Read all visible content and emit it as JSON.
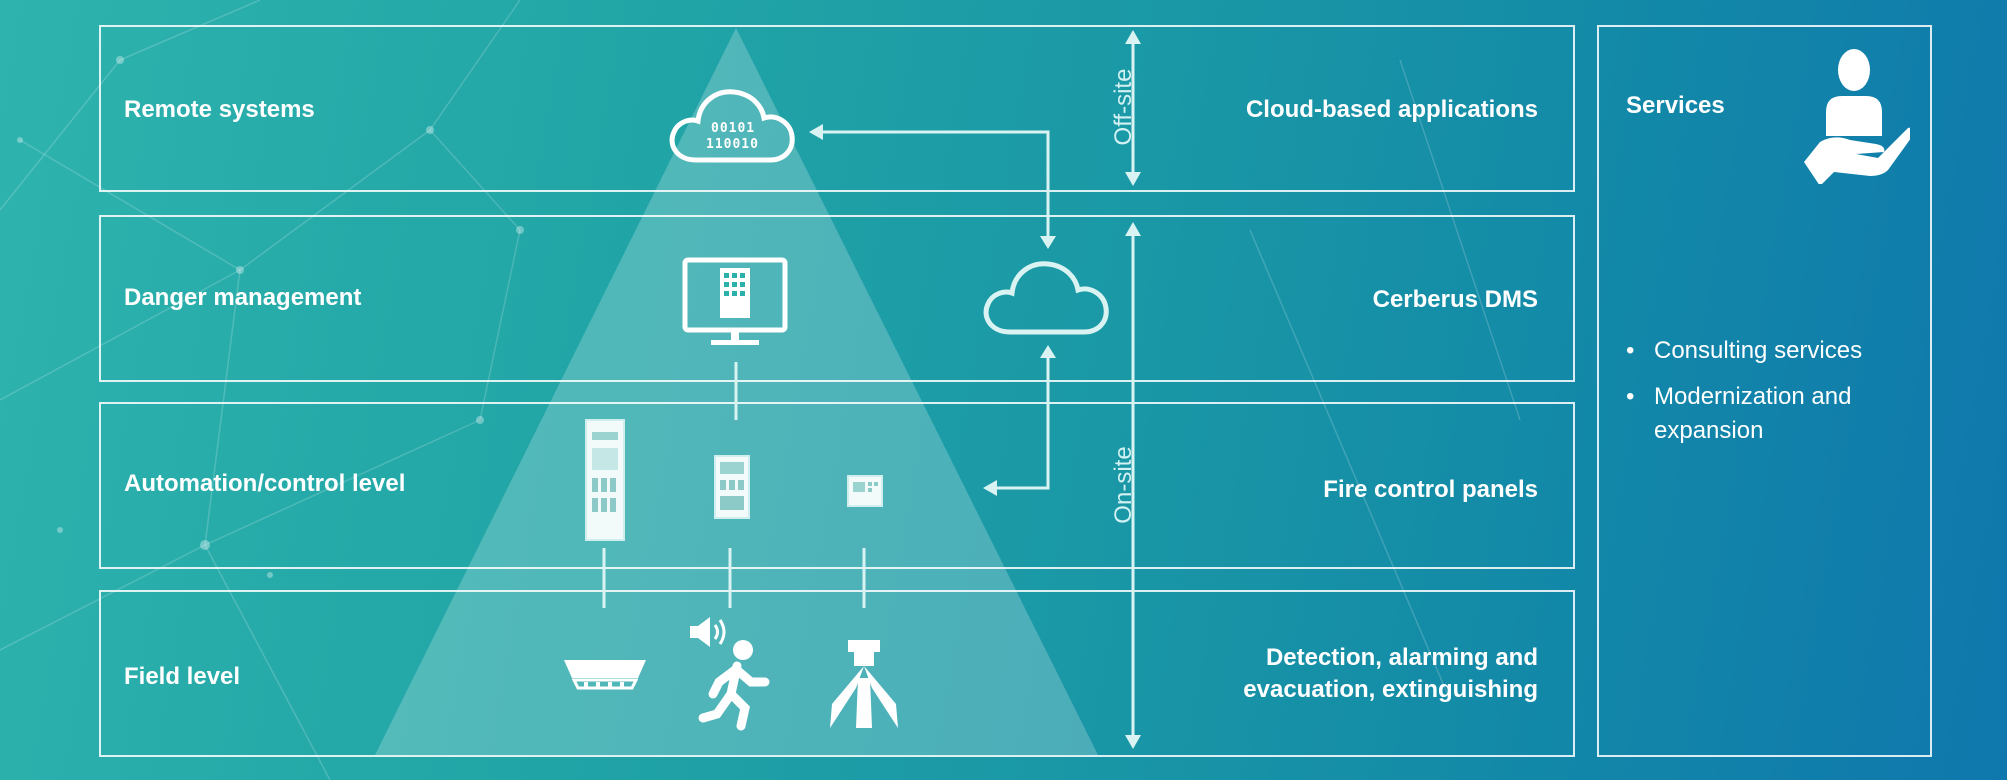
{
  "layers": [
    {
      "left_label": "Remote systems",
      "right_label": "Cloud-based applications"
    },
    {
      "left_label": "Danger management",
      "right_label": "Cerberus DMS"
    },
    {
      "left_label": "Automation/control level",
      "right_label": "Fire control panels"
    },
    {
      "left_label": "Field level",
      "right_label_line1": "Detection, alarming and",
      "right_label_line2": "evacuation, extinguishing"
    }
  ],
  "scope": {
    "off_site": "Off-site",
    "on_site": "On-site"
  },
  "cloud_binary": {
    "line1": "00101",
    "line2": "110010"
  },
  "services": {
    "title": "Services",
    "items": [
      "Consulting services",
      "Modernization and expansion"
    ]
  },
  "icons": {
    "remote": "cloud-binary-icon",
    "dms": "monitor-icon",
    "cloud_link": "cloud-outline-icon",
    "panels": [
      "fire-panel-large-icon",
      "fire-panel-medium-icon",
      "fire-panel-small-icon"
    ],
    "field": [
      "smoke-detector-icon",
      "speaker-icon",
      "running-person-icon",
      "sprinkler-icon"
    ],
    "services": "hand-person-icon"
  },
  "colors": {
    "line": "#ffffff",
    "pyramid": "rgba(255,255,255,0.22)",
    "arrow": "#d9f3f2"
  }
}
